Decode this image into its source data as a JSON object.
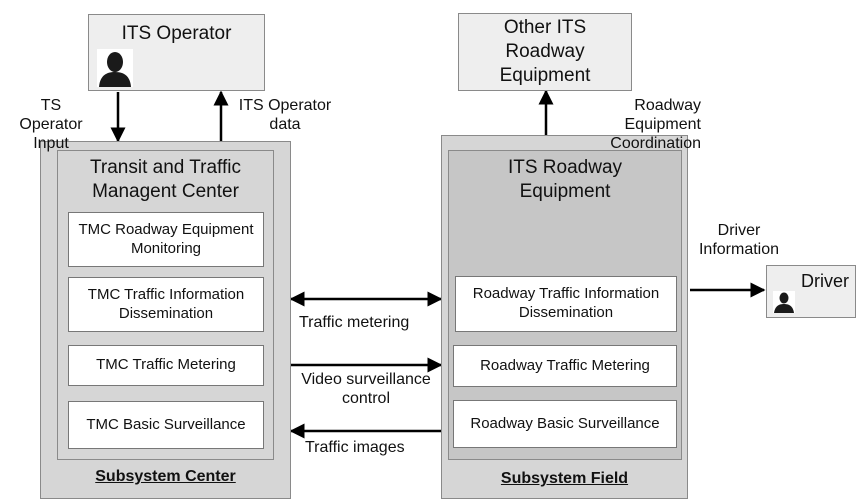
{
  "its_operator": {
    "title": "ITS Operator",
    "icon": "person-silhouette-icon"
  },
  "other_equipment": {
    "title": "Other ITS Roadway Equipment"
  },
  "driver": {
    "title": "Driver",
    "icon": "person-silhouette-icon"
  },
  "center": {
    "title": "Transit and Traffic Managent Center",
    "footer": "Subsystem Center",
    "modules": [
      "TMC Roadway Equipment Monitoring",
      "TMC Traffic Information Dissemination",
      "TMC Traffic Metering",
      "TMC Basic Surveillance"
    ]
  },
  "field": {
    "title": "ITS Roadway Equipment",
    "footer": "Subsystem Field",
    "modules": [
      "Roadway Traffic Information Dissemination",
      "Roadway Traffic Metering",
      "Roadway Basic Surveillance"
    ]
  },
  "flows": {
    "operator_input": "TS Operator Input",
    "operator_data": "ITS Operator data",
    "equipment_coordination": "Roadway Equipment Coordination",
    "driver_information": "Driver Information",
    "traffic_metering": "Traffic metering",
    "video_surveillance": "Video surveillance control",
    "traffic_images": "Traffic images"
  }
}
